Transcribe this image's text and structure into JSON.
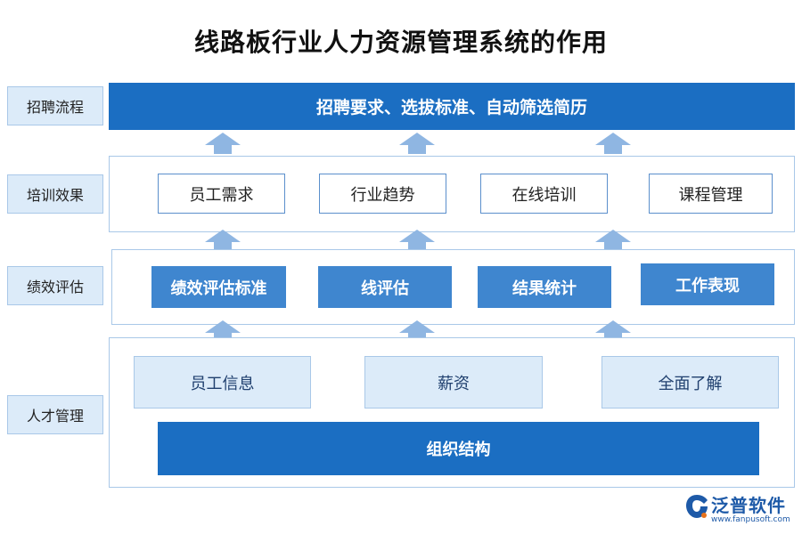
{
  "title": "线路板行业人力资源管理系统的作用",
  "colors": {
    "dark_blue": "#1b6ec2",
    "mid_blue": "#3f86cf",
    "light_blue": "#dcebf9",
    "border": "#a9c8e8",
    "arrow": "#8fb6e2"
  },
  "rows": {
    "recruit": {
      "label": "招聘流程",
      "banner": "招聘要求、选拔标准、自动筛选简历"
    },
    "training": {
      "label": "培训效果",
      "items": [
        "员工需求",
        "行业趋势",
        "在线培训",
        "课程管理"
      ]
    },
    "performance": {
      "label": "绩效评估",
      "items": [
        "绩效评估标准",
        "线评估",
        "结果统计",
        "工作表现"
      ]
    },
    "talent": {
      "label": "人才管理",
      "items": [
        "员工信息",
        "薪资",
        "全面了解"
      ],
      "banner": "组织结构"
    }
  },
  "logo": {
    "name": "泛普软件",
    "url": "www.fanpusoft.com",
    "icon": "fanpu-logo-icon"
  }
}
